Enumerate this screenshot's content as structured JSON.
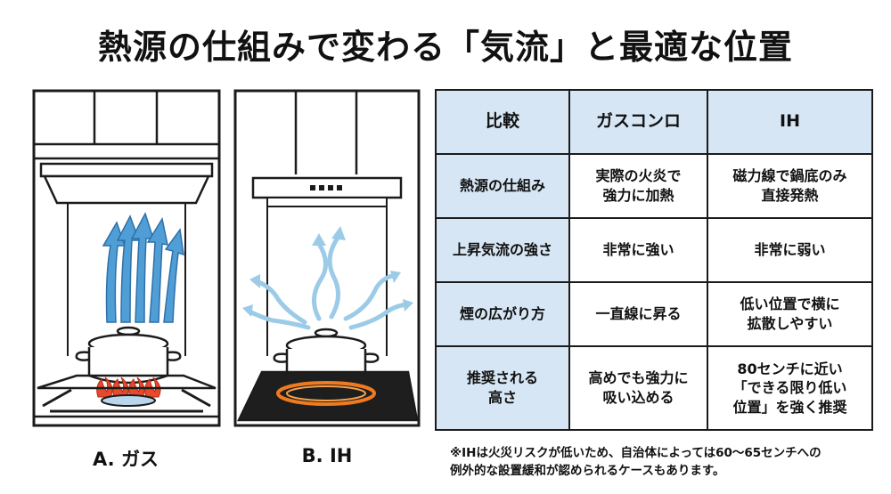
{
  "title": "熱源の仕組みで変わる「気流」と最適な位置",
  "panels": {
    "gas_label": "A. ガス",
    "ih_label": "B. IH"
  },
  "colors": {
    "airflow_blue": "#4f9fd6",
    "airflow_light": "#9ccbe8",
    "flame": "#e8492a",
    "ih_glow": "#f07a20",
    "table_header": "#d6e6f4"
  },
  "table": {
    "headers": [
      "比較",
      "ガスコンロ",
      "IH"
    ],
    "rows": [
      [
        "熱源の仕組み",
        "実際の火炎で\n強力に加熱",
        "磁力線で鍋底のみ\n直接発熱"
      ],
      [
        "上昇気流の強さ",
        "非常に強い",
        "非常に弱い"
      ],
      [
        "煙の広がり方",
        "一直線に昇る",
        "低い位置で横に\n拡散しやすい"
      ],
      [
        "推奨される\n高さ",
        "高めでも強力に\n吸い込める",
        "80センチに近い\n「できる限り低い\n位置」を強く推奨"
      ]
    ]
  },
  "note": "※IHは火災リスクが低いため、自治体によっては60～65センチへの\n例外的な設置緩和が認められるケースもあります。"
}
